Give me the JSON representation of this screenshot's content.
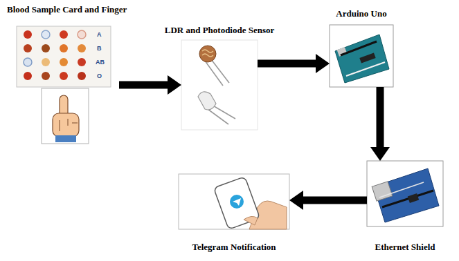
{
  "diagram": {
    "nodes": [
      {
        "text": [
          "Blood Sample Card and Finger"
        ]
      },
      {
        "text": [
          "LDR and Photodiode Sensor"
        ]
      },
      {
        "text": [
          "Arduino Uno"
        ]
      },
      {
        "text": [
          "Ethernet Shield"
        ]
      },
      {
        "text": [
          "Telegram Notification"
        ]
      }
    ],
    "edges": [
      {
        "from": 0,
        "to": 1,
        "arrow": "to"
      },
      {
        "from": 1,
        "to": 2,
        "arrow": "to"
      },
      {
        "from": 2,
        "to": 3,
        "arrow": "to"
      },
      {
        "from": 3,
        "to": 4,
        "arrow": "to"
      }
    ],
    "labels": [
      "A",
      "B",
      "AB",
      "O"
    ]
  }
}
